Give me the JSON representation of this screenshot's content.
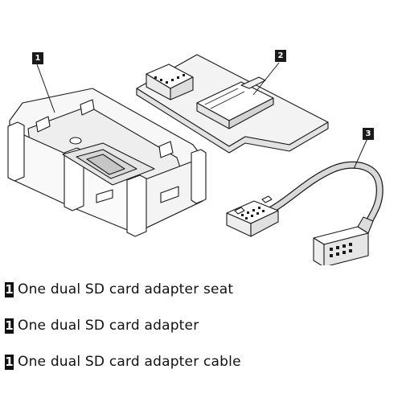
{
  "callouts": {
    "seat": "1",
    "adapter": "2",
    "cable": "3"
  },
  "legend": [
    {
      "number": "1",
      "text": "One dual SD card adapter seat"
    },
    {
      "number": "1",
      "text": "One dual SD card adapter"
    },
    {
      "number": "1",
      "text": "One dual SD card adapter cable"
    }
  ],
  "colors": {
    "line": "#1a1a1a",
    "panel_fill": "#f2f2f2",
    "cable_fill": "#d9d9d9",
    "callout_bg": "#1a1a1a"
  }
}
